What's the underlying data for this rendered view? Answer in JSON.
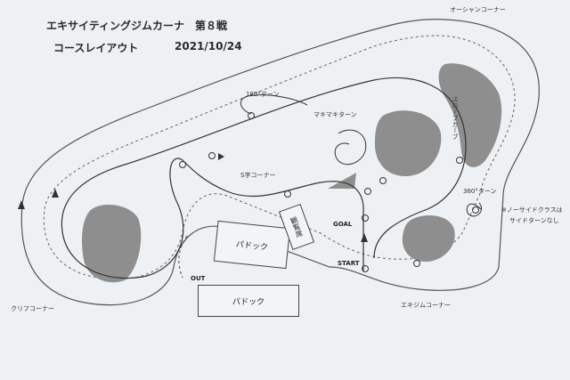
{
  "title": {
    "line1": "エキサイティングジムカーナ　第８戦",
    "line2": "コースレイアウト",
    "date": "2021/10/24"
  },
  "labels": {
    "ocean_corner": "オーシャンコーナー",
    "turn_180": "180°ターン",
    "makimaki_turn": "マキマキターン",
    "s_corner": "S字コーナー",
    "slope_curve": "スロープカーブ",
    "turn_360": "360°ターン",
    "note_line1": "※ノーサイドクラスは",
    "note_line2": "サイドターンなし",
    "goal": "GOAL",
    "start": "START",
    "out": "OUT",
    "cliff_corner": "クリフコーナー",
    "exijim_corner": "エキジムコーナー"
  },
  "areas": {
    "paddock_upper": "パドック",
    "paddock_lower": "パドック",
    "spectator": "観覧席"
  },
  "colors": {
    "island": "#8e8e8e",
    "line": "#444444",
    "paper": "#eef1f3"
  }
}
